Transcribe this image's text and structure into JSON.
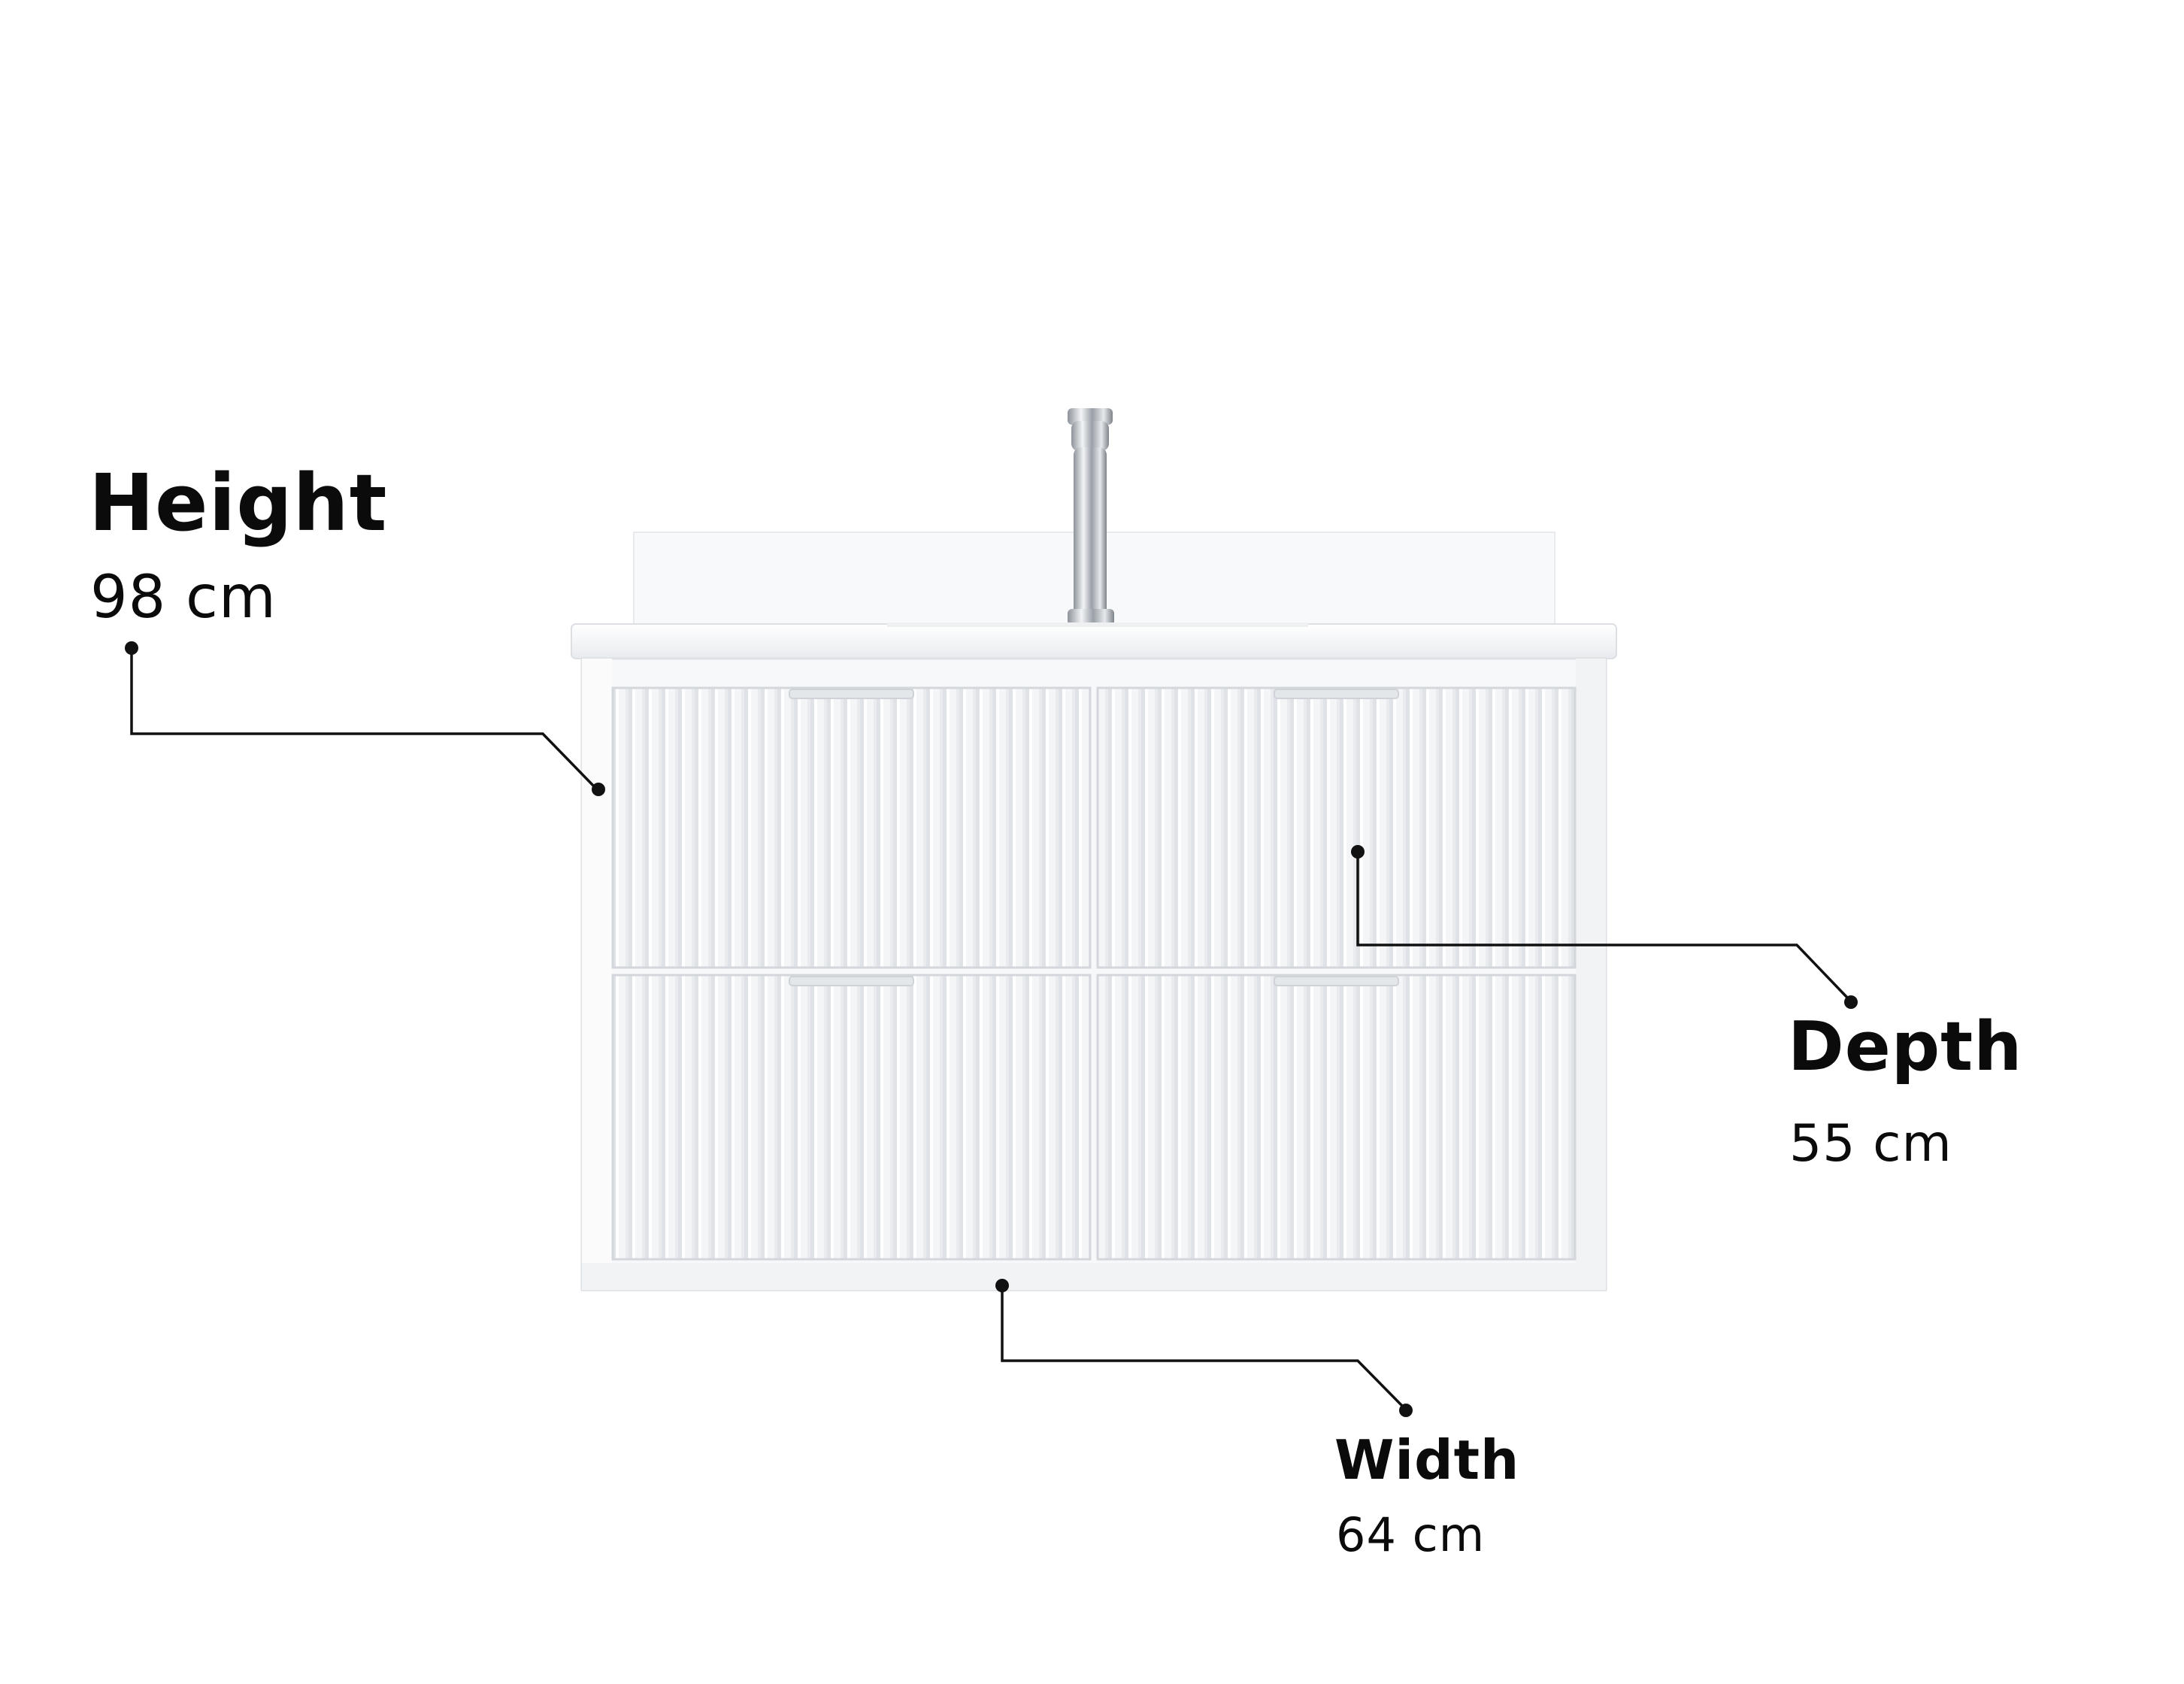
{
  "dimensions": {
    "height": {
      "label": "Height",
      "value": "98 cm"
    },
    "depth": {
      "label": "Depth",
      "value": "55 cm"
    },
    "width": {
      "label": "Width",
      "value": "64 cm"
    }
  },
  "colors": {
    "text": "#0b0b0b",
    "leader_line": "#111111",
    "cabinet": "#f7f8f9",
    "cabinet_shadow": "#e2e5e9",
    "faucet": "#c4c8cd"
  }
}
